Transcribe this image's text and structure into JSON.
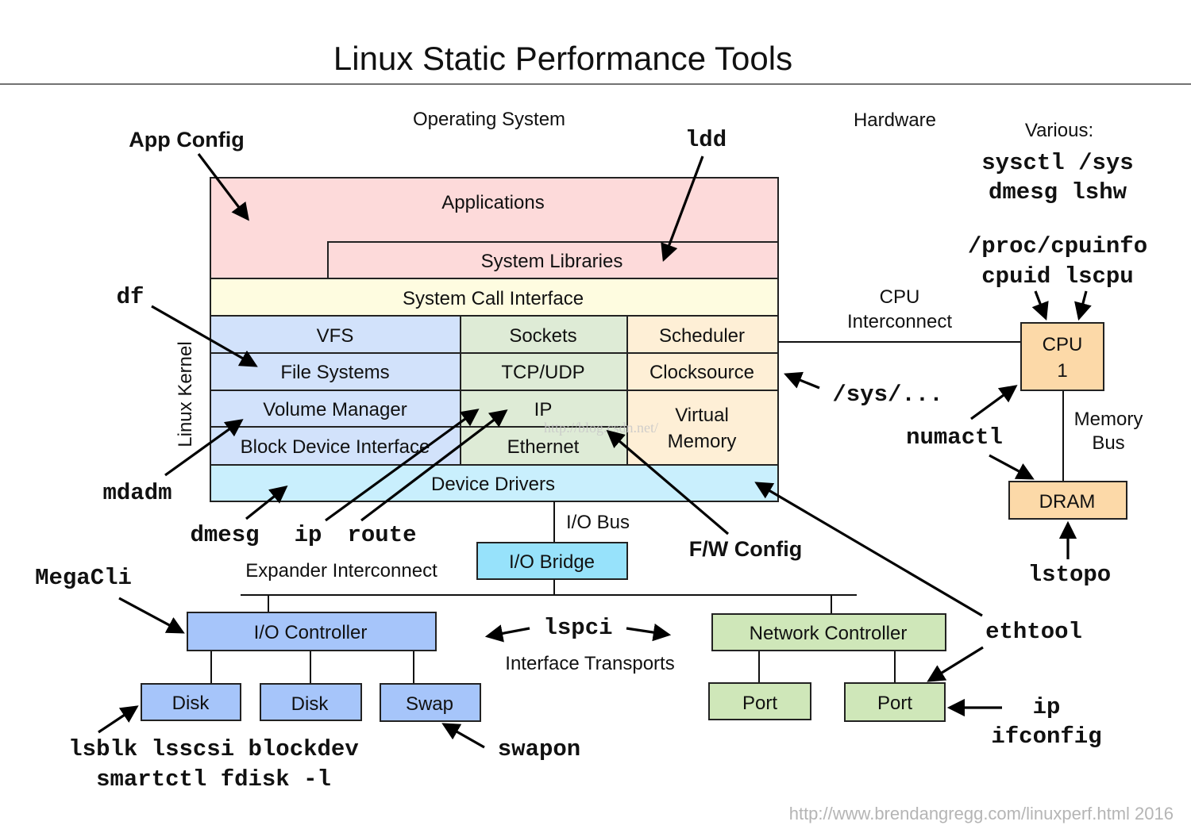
{
  "title": "Linux Static Performance Tools",
  "sections": {
    "operating_system": "Operating System",
    "hardware": "Hardware",
    "linux_kernel": "Linux Kernel"
  },
  "layers": {
    "applications": "Applications",
    "system_libraries": "System Libraries",
    "system_call_interface": "System Call Interface",
    "vfs": "VFS",
    "file_systems": "File Systems",
    "volume_manager": "Volume Manager",
    "block_device_interface": "Block Device Interface",
    "sockets": "Sockets",
    "tcp_udp": "TCP/UDP",
    "ip": "IP",
    "ethernet": "Ethernet",
    "scheduler": "Scheduler",
    "clocksource": "Clocksource",
    "virtual_memory_1": "Virtual",
    "virtual_memory_2": "Memory",
    "device_drivers": "Device Drivers"
  },
  "hardware": {
    "cpu_1": "CPU",
    "cpu_2": "1",
    "dram": "DRAM",
    "io_bridge": "I/O Bridge",
    "io_controller": "I/O Controller",
    "disk_1": "Disk",
    "disk_2": "Disk",
    "swap": "Swap",
    "network_controller": "Network Controller",
    "port_1": "Port",
    "port_2": "Port"
  },
  "bus_labels": {
    "cpu_interconnect_1": "CPU",
    "cpu_interconnect_2": "Interconnect",
    "memory_bus_1": "Memory",
    "memory_bus_2": "Bus",
    "io_bus": "I/O Bus",
    "expander_interconnect": "Expander Interconnect",
    "interface_transports": "Interface Transports"
  },
  "tools": {
    "app_config": "App Config",
    "ldd": "ldd",
    "various_label": "Various:",
    "various_1": "sysctl /sys",
    "various_2": "dmesg lshw",
    "cpu_tools_1": "/proc/cpuinfo",
    "cpu_tools_2": "cpuid lscpu",
    "df": "df",
    "sys_dots": "/sys/...",
    "numactl": "numactl",
    "lstopo": "lstopo",
    "mdadm": "mdadm",
    "dmesg": "dmesg",
    "ip_route_ip": "ip",
    "ip_route_route": "route",
    "fw_config": "F/W Config",
    "megacli": "MegaCli",
    "lspci": "lspci",
    "ethtool": "ethtool",
    "ip": "ip",
    "ifconfig": "ifconfig",
    "disk_tools_1": "lsblk lsscsi blockdev",
    "disk_tools_2": "smartctl fdisk -l",
    "swapon": "swapon"
  },
  "footer": "http://www.brendangregg.com/linuxperf.html 2016",
  "watermark": "http://blog.csdn.net/",
  "colors": {
    "app_pink": "#fddada",
    "syscall_yellow": "#fefce0",
    "kernel_blue": "#d2e2fb",
    "net_green": "#deebd6",
    "sched_orange": "#feefd6",
    "driver_cyan": "#c9effd",
    "cpu_orange": "#fcd9a8",
    "io_bridge_cyan": "#97e2fb",
    "io_ctrl_blue": "#a6c5fa",
    "nic_green": "#cfe7b9"
  }
}
